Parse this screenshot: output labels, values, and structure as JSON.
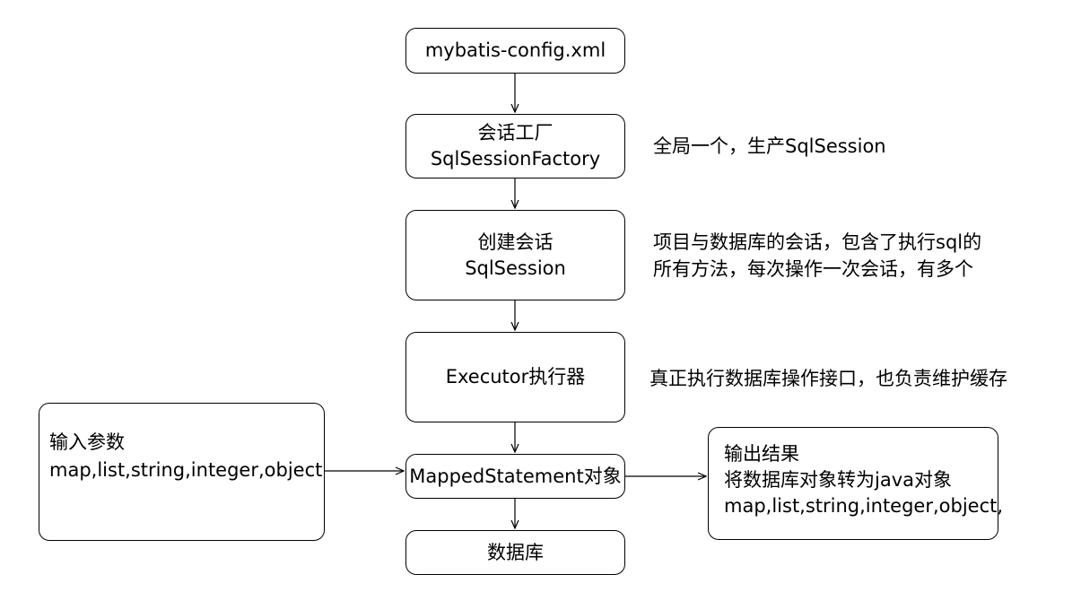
{
  "nodes": {
    "config": {
      "lines": [
        "mybatis-config.xml"
      ]
    },
    "factory": {
      "lines": [
        "会话工厂",
        "SqlSessionFactory"
      ]
    },
    "session": {
      "lines": [
        "创建会话",
        "SqlSession"
      ]
    },
    "executor": {
      "lines": [
        "Executor执行器"
      ]
    },
    "mapped": {
      "lines": [
        "MappedStatement对象"
      ]
    },
    "database": {
      "lines": [
        "数据库"
      ]
    },
    "input": {
      "lines": [
        "输入参数",
        "map,list,string,integer,object"
      ]
    },
    "output": {
      "lines": [
        "输出结果",
        "将数据库对象转为java对象",
        "map,list,string,integer,object,"
      ]
    }
  },
  "notes": {
    "factory": {
      "lines": [
        "全局一个，生产SqlSession"
      ]
    },
    "session": {
      "lines": [
        "项目与数据库的会话，包含了执行sql的",
        "所有方法，每次操作一次会话，有多个"
      ]
    },
    "executor": {
      "lines": [
        "真正执行数据库操作接口，也负责维护缓存"
      ]
    }
  },
  "colors": {
    "stroke": "#000000",
    "background": "#ffffff"
  }
}
